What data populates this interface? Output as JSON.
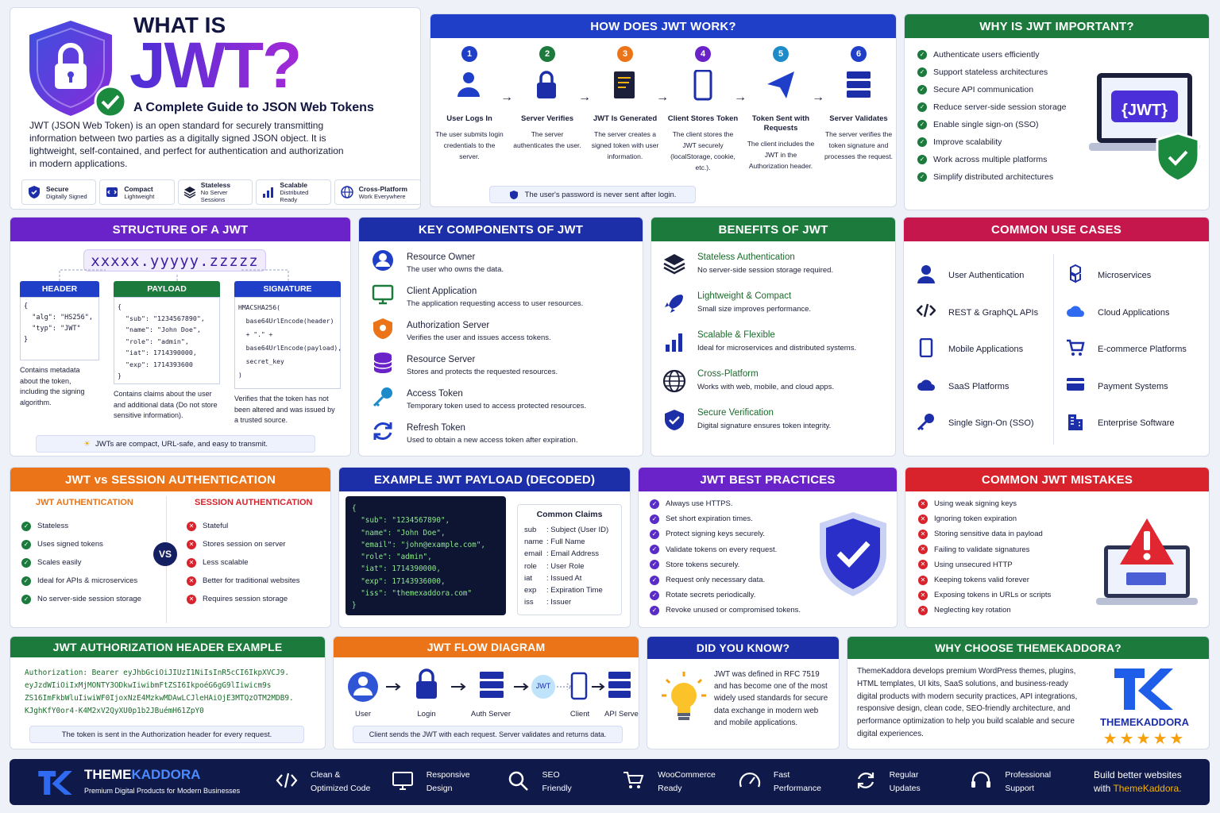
{
  "hero": {
    "what_is": "WHAT IS",
    "jwt": "JWT?",
    "subtitle": "A Complete Guide to JSON Web Tokens",
    "description": "JWT (JSON Web Token) is an open standard for securely transmitting information between two parties as a digitally signed JSON object. It is lightweight, self-contained, and perfect for authentication and authorization in modern applications.",
    "features": [
      {
        "title": "Secure",
        "sub": "Digitally Signed"
      },
      {
        "title": "Compact",
        "sub": "Lightweight"
      },
      {
        "title": "Stateless",
        "sub": "No Server Sessions"
      },
      {
        "title": "Scalable",
        "sub": "Distributed Ready"
      },
      {
        "title": "Cross-Platform",
        "sub": "Work Everywhere"
      }
    ]
  },
  "how": {
    "title": "HOW DOES JWT WORK?",
    "steps": [
      {
        "num": "1",
        "title": "User Logs In",
        "desc": "The user submits login credentials to the server."
      },
      {
        "num": "2",
        "title": "Server Verifies",
        "desc": "The server authenticates the user."
      },
      {
        "num": "3",
        "title": "JWT Is Generated",
        "desc": "The server creates a signed token with user information."
      },
      {
        "num": "4",
        "title": "Client Stores Token",
        "desc": "The client stores the JWT securely (localStorage, cookie, etc.)."
      },
      {
        "num": "5",
        "title": "Token Sent with Requests",
        "desc": "The client includes the JWT in the Authorization header."
      },
      {
        "num": "6",
        "title": "Server Validates",
        "desc": "The server verifies the token signature and processes the request."
      }
    ],
    "note": "The user's password is never sent after login."
  },
  "why": {
    "title": "WHY IS JWT IMPORTANT?",
    "items": [
      "Authenticate users efficiently",
      "Support stateless architectures",
      "Secure API communication",
      "Reduce server-side session storage",
      "Enable single sign-on (SSO)",
      "Improve scalability",
      "Work across multiple platforms",
      "Simplify distributed architectures"
    ],
    "screen": "{JWT}"
  },
  "structure": {
    "title": "STRUCTURE OF A JWT",
    "token": "xxxxx.yyyyy.zzzzz",
    "header_label": "HEADER",
    "header_code": "{\n  \"alg\": \"HS256\",\n  \"typ\": \"JWT\"\n}",
    "header_desc": "Contains metadata about the token, including the signing algorithm.",
    "payload_label": "PAYLOAD",
    "payload_code": "{\n  \"sub\": \"1234567890\",\n  \"name\": \"John Doe\",\n  \"role\": \"admin\",\n  \"iat\": 1714390000,\n  \"exp\": 1714393600\n}",
    "payload_desc": "Contains claims about the user and additional data (Do not store sensitive information).",
    "signature_label": "SIGNATURE",
    "signature_code": "HMACSHA256(\n  base64UrlEncode(header)\n  + \".\" +\n  base64UrlEncode(payload),\n  secret_key\n)",
    "signature_desc": "Verifies that the token has not been altered and was issued by a trusted source.",
    "note": "JWTs are compact, URL-safe, and easy to transmit."
  },
  "components": {
    "title": "KEY COMPONENTS OF JWT",
    "items": [
      {
        "title": "Resource Owner",
        "desc": "The user who owns the data."
      },
      {
        "title": "Client Application",
        "desc": "The application requesting access to user resources."
      },
      {
        "title": "Authorization Server",
        "desc": "Verifies the user and issues access tokens."
      },
      {
        "title": "Resource Server",
        "desc": "Stores and protects the requested resources."
      },
      {
        "title": "Access Token",
        "desc": "Temporary token used to access protected resources."
      },
      {
        "title": "Refresh Token",
        "desc": "Used to obtain a new access token after expiration."
      }
    ]
  },
  "benefits": {
    "title": "BENEFITS OF JWT",
    "items": [
      {
        "title": "Stateless Authentication",
        "desc": "No server-side session storage required."
      },
      {
        "title": "Lightweight & Compact",
        "desc": "Small size improves performance."
      },
      {
        "title": "Scalable & Flexible",
        "desc": "Ideal for microservices and distributed systems."
      },
      {
        "title": "Cross-Platform",
        "desc": "Works with web, mobile, and cloud apps."
      },
      {
        "title": "Secure Verification",
        "desc": "Digital signature ensures token integrity."
      }
    ]
  },
  "usecases": {
    "title": "COMMON USE CASES",
    "left": [
      "User Authentication",
      "REST & GraphQL APIs",
      "Mobile Applications",
      "SaaS Platforms",
      "Single Sign-On (SSO)"
    ],
    "right": [
      "Microservices",
      "Cloud Applications",
      "E-commerce Platforms",
      "Payment Systems",
      "Enterprise Software"
    ]
  },
  "vs": {
    "title": "JWT vs SESSION AUTHENTICATION",
    "jwt_head": "JWT AUTHENTICATION",
    "session_head": "SESSION AUTHENTICATION",
    "jwt_items": [
      "Stateless",
      "Uses signed tokens",
      "Scales easily",
      "Ideal for APIs & microservices",
      "No server-side session storage"
    ],
    "session_items": [
      "Stateful",
      "Stores session on server",
      "Less scalable",
      "Better for traditional websites",
      "Requires session storage"
    ],
    "badge": "VS"
  },
  "example": {
    "title": "EXAMPLE JWT PAYLOAD (DECODED)",
    "code": "{\n  \"sub\": \"1234567890\",\n  \"name\": \"John Doe\",\n  \"email\": \"john@example.com\",\n  \"role\": \"admin\",\n  \"iat\": 1714390000,\n  \"exp\": 17143936000,\n  \"iss\": \"themexaddora.com\"\n}",
    "claims_title": "Common Claims",
    "claims": [
      {
        "k": "sub",
        "v": ": Subject (User ID)"
      },
      {
        "k": "name",
        "v": ": Full Name"
      },
      {
        "k": "email",
        "v": ": Email Address"
      },
      {
        "k": "role",
        "v": ": User Role"
      },
      {
        "k": "iat",
        "v": ": Issued At"
      },
      {
        "k": "exp",
        "v": ": Expiration Time"
      },
      {
        "k": "iss",
        "v": ": Issuer"
      }
    ]
  },
  "practices": {
    "title": "JWT BEST PRACTICES",
    "items": [
      "Always use HTTPS.",
      "Set short expiration times.",
      "Protect signing keys securely.",
      "Validate tokens on every request.",
      "Store tokens securely.",
      "Request only necessary data.",
      "Rotate secrets periodically.",
      "Revoke unused or compromised tokens."
    ]
  },
  "mistakes": {
    "title": "COMMON JWT MISTAKES",
    "items": [
      "Using weak signing keys",
      "Ignoring token expiration",
      "Storing sensitive data in payload",
      "Failing to validate signatures",
      "Using unsecured HTTP",
      "Keeping tokens valid forever",
      "Exposing tokens in URLs or scripts",
      "Neglecting key rotation"
    ]
  },
  "authheader": {
    "title": "JWT AUTHORIZATION HEADER EXAMPLE",
    "lines": [
      "Authorization: Bearer eyJhbGciOiJIUzI1NiIsInR5cCI6IkpXVCJ9.",
      "eyJzdWIiOiIxMjMONTY3ODkwIiwibmFtZSI6IkpoéG6gG9lIiwicm9s",
      "ZS16ImFkbWluIiwiWF0IjoxNzE4MzkwMDAwLCJleHAiOjE3MTQzOTM2MDB9.",
      "KJghKfY0or4-K4M2xV2QyXU0p1b2JBuémH61ZpY0"
    ],
    "note": "The token is sent in the Authorization header for every request."
  },
  "flow": {
    "title": "JWT FLOW DIAGRAM",
    "nodes": [
      "User",
      "Login",
      "Auth Server",
      "",
      "Client",
      "API Server"
    ],
    "jwt_badge": "JWT",
    "note": "Client sends the JWT with each request. Server validates and returns data."
  },
  "didyouknow": {
    "title": "DID YOU KNOW?",
    "text": "JWT was defined in RFC 7519 and has become one of the most widely used standards for secure data exchange in modern web and mobile applications."
  },
  "choose": {
    "title": "WHY CHOOSE THEMEKADDORA?",
    "text": "ThemeKaddora develops premium WordPress themes, plugins, HTML templates, UI kits, SaaS solutions, and business-ready digital products with modern security practices, API integrations, responsive design, clean code, SEO-friendly architecture, and performance optimization to help you build scalable and secure digital experiences.",
    "brand": "THEMEKADDORA",
    "stars": "★★★★★"
  },
  "footer": {
    "brand_a": "THEME",
    "brand_b": "KADDORA",
    "tagline": "Premium Digital Products for Modern Businesses",
    "features": [
      {
        "a": "Clean &",
        "b": "Optimized Code"
      },
      {
        "a": "Responsive",
        "b": "Design"
      },
      {
        "a": "SEO",
        "b": "Friendly"
      },
      {
        "a": "WooCommerce",
        "b": "Ready"
      },
      {
        "a": "Fast",
        "b": "Performance"
      },
      {
        "a": "Regular",
        "b": "Updates"
      },
      {
        "a": "Professional",
        "b": "Support"
      }
    ],
    "cta_a": "Build better websites",
    "cta_b": "with ",
    "cta_c": "ThemeKaddora."
  },
  "colors": {
    "blue": "#1f3fc9",
    "green": "#1c7a3c",
    "purple": "#6a22c9",
    "crimson": "#c5174b",
    "orange": "#ea7417",
    "red": "#d8232c",
    "navy_footer": "#0f1a4a"
  }
}
